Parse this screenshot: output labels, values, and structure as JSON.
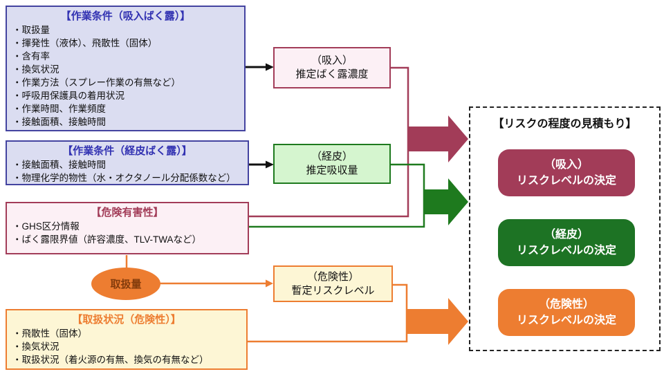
{
  "colors": {
    "blue_title": "#3232b2",
    "blue_border": "#4343a0",
    "lavender_bg": "#dbddf1",
    "maroon": "#a23c58",
    "pink_bg": "#fcf0f5",
    "green": "#1e7a1e",
    "green_fill": "#1d7324",
    "green_bg": "#d5f5cf",
    "orange": "#ed7d31",
    "cream_bg": "#fdf6d5",
    "ellipse_text": "#843c0c",
    "line_black": "#111111"
  },
  "left_boxes": {
    "inhalation": {
      "title": "【作業条件（吸入ばく露）】",
      "items": [
        "・取扱量",
        "・揮発性（液体）、飛散性（固体）",
        "・含有率",
        "・換気状況",
        "・作業方法（スプレー作業の有無など）",
        "・呼吸用保護具の着用状況",
        "・作業時間、作業頻度",
        "・接触面積、接触時間"
      ]
    },
    "dermal": {
      "title": "【作業条件（経皮ばく露）】",
      "items": [
        "・接触面積、接触時間",
        "・物理化学的物性（水・オクタノール分配係数など）"
      ]
    },
    "hazard": {
      "title": "【危険有害性】",
      "items": [
        "・GHS区分情報",
        "・ばく露限界値（許容濃度、TLV-TWAなど）"
      ]
    },
    "handling": {
      "title": "【取扱状況（危険性）】",
      "items": [
        "・飛散性（固体）",
        "・換気状況",
        "・取扱状況（着火源の有無、換気の有無など）"
      ]
    }
  },
  "ellipse": {
    "label": "取扱量"
  },
  "middle_boxes": {
    "inhalation": {
      "line1": "（吸入）",
      "line2": "推定ばく露濃度"
    },
    "dermal": {
      "line1": "（経皮）",
      "line2": "推定吸収量"
    },
    "danger": {
      "line1": "（危険性）",
      "line2": "暫定リスクレベル"
    }
  },
  "result_panel": {
    "title": "【リスクの程度の見積もり】",
    "boxes": {
      "inhalation": {
        "line1": "（吸入）",
        "line2": "リスクレベルの決定"
      },
      "dermal": {
        "line1": "（経皮）",
        "line2": "リスクレベルの決定"
      },
      "danger": {
        "line1": "（危険性）",
        "line2": "リスクレベルの決定"
      }
    }
  }
}
